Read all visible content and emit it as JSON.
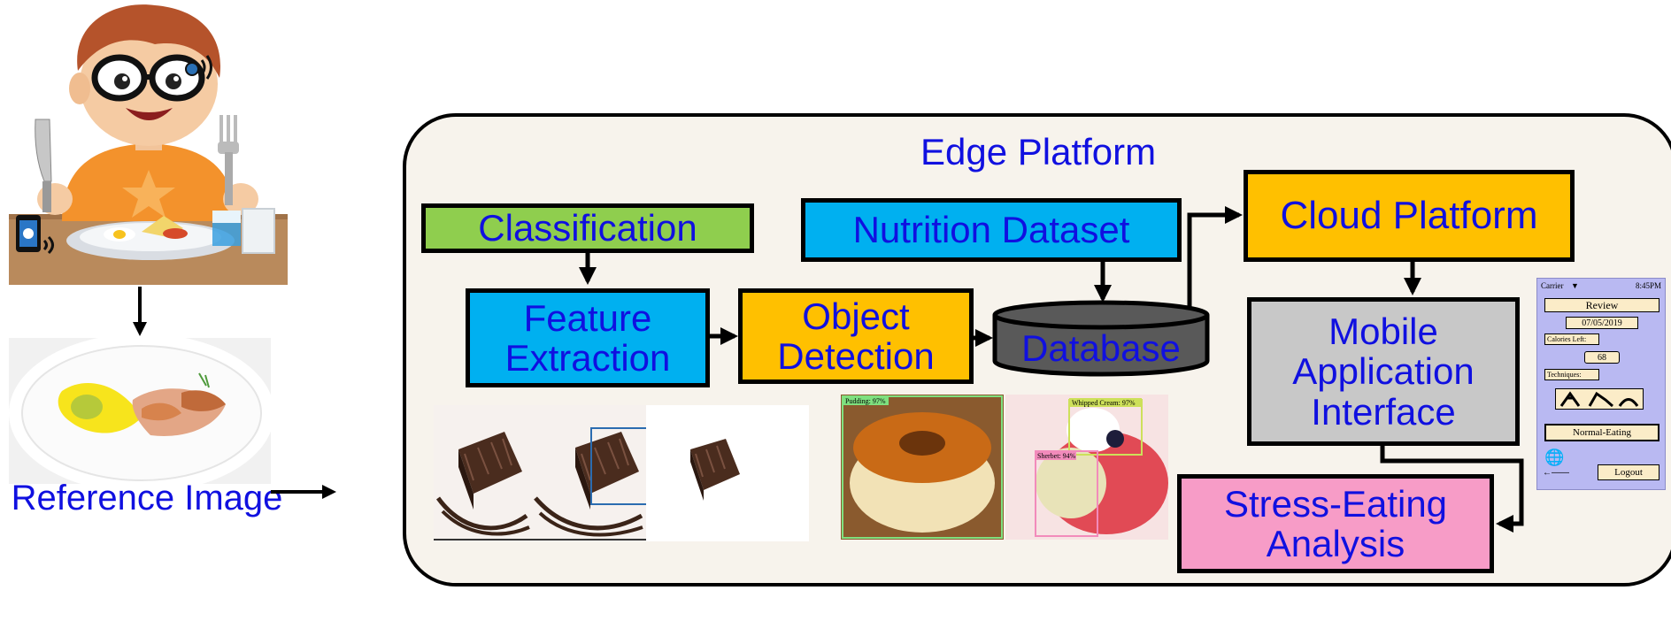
{
  "colors": {
    "label_blue": "#1010e0",
    "classification_green": "#8fce4e",
    "feature_blue": "#00b0f0",
    "object_yellow": "#ffc000",
    "cloud_yellow": "#ffc000",
    "mobile_gray": "#c8c8c8",
    "stress_pink": "#f79cc7",
    "database_gray": "#595959",
    "edge_bg": "#f7f3ec",
    "phone_bg": "#b9b9f2"
  },
  "edge_platform": {
    "title": "Edge Platform"
  },
  "blocks": {
    "classification": "Classification",
    "nutrition_dataset": "Nutrition Dataset",
    "feature_extraction": "Feature Extraction",
    "object_detection": "Object Detection",
    "database": "Database",
    "cloud_platform": "Cloud Platform",
    "mobile_application": "Mobile Application Interface",
    "stress_eating": "Stress-Eating Analysis"
  },
  "reference_image": {
    "caption": "Reference Image"
  },
  "detections": {
    "pudding": "Pudding: 97%",
    "whipped_cream": "Whipped Cream: 97%",
    "sherbet": "Sherbet: 94%"
  },
  "phone": {
    "carrier": "Carrier",
    "time": "8:45PM",
    "review": "Review",
    "date": "07/05/2019",
    "calories_left_label": "Calories Left:",
    "calories_value": "68",
    "techniques_label": "Techniques:",
    "status": "Normal-Eating",
    "logout": "Logout"
  }
}
